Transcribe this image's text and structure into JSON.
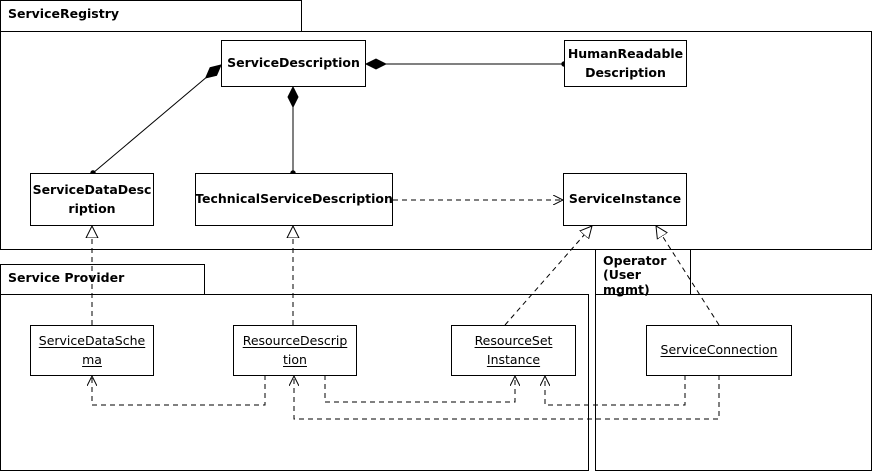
{
  "packages": {
    "service_registry": "ServiceRegistry",
    "service_provider": "Service Provider",
    "operator": "Operator\n(User mgmt)"
  },
  "classes": {
    "service_description": "ServiceDescription",
    "human_readable_description": "HumanReadable\nDescription",
    "service_data_description": "ServiceDataDesc\nription",
    "technical_service_description": "TechnicalServiceDescription",
    "service_instance": "ServiceInstance"
  },
  "instances": {
    "service_data_schema": "ServiceDataSche\nma",
    "resource_description": "ResourceDescrip\ntion",
    "resource_set_instance": "ResourceSet\nInstance",
    "service_connection": "ServiceConnection"
  }
}
